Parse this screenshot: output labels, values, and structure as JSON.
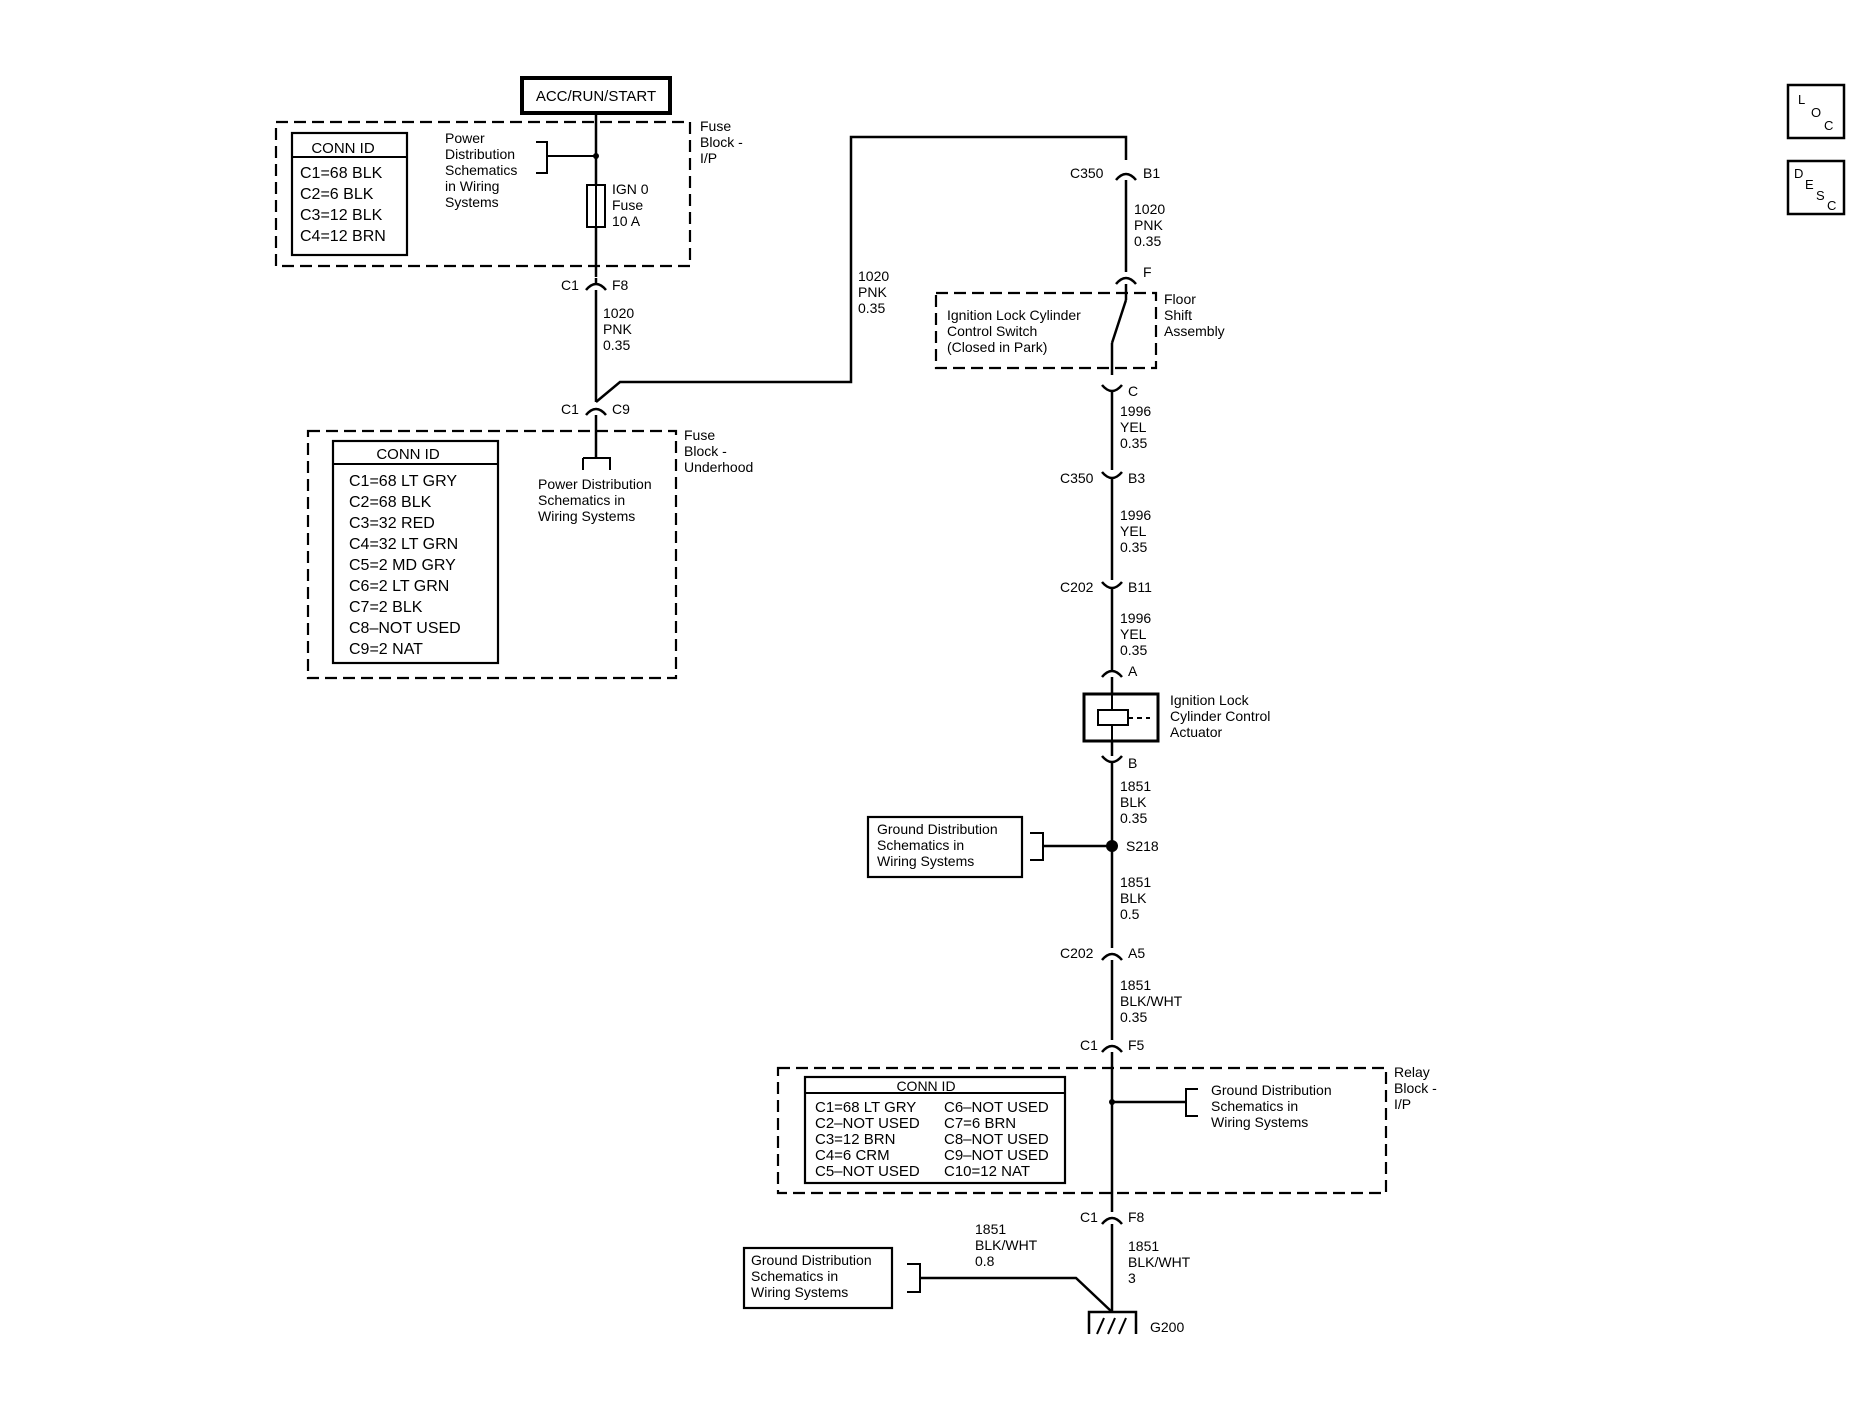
{
  "title_box": "ACC/RUN/START",
  "nav_icons": {
    "loc": [
      "L",
      "O",
      "C"
    ],
    "desc": [
      "D",
      "E",
      "S",
      "C"
    ]
  },
  "fuse_block_ip": {
    "label": [
      "Fuse",
      "Block -",
      "I/P"
    ],
    "conn_header": "CONN ID",
    "conn_rows": [
      "C1=68 BLK",
      "C2=6 BLK",
      "C3=12 BLK",
      "C4=12 BRN"
    ],
    "power_note": [
      "Power",
      "Distribution",
      "Schematics",
      "in Wiring",
      "Systems"
    ],
    "fuse_label": [
      "IGN 0",
      "Fuse",
      "10 A"
    ],
    "connector_left": "C1",
    "connector_right": "F8"
  },
  "fuse_block_underhood": {
    "label": [
      "Fuse",
      "Block -",
      "Underhood"
    ],
    "conn_header": "CONN ID",
    "conn_rows": [
      "C1=68 LT GRY",
      "C2=68 BLK",
      "C3=32 RED",
      "C4=32 LT GRN",
      "C5=2 MD GRY",
      "C6=2 LT GRN",
      "C7=2 BLK",
      "C8–NOT USED",
      "C9=2 NAT"
    ],
    "power_note": [
      "Power Distribution",
      "Schematics in",
      "Wiring  Systems"
    ],
    "connector_left": "C1",
    "connector_right": "C9"
  },
  "wires": {
    "w1": [
      "1020",
      "PNK",
      "0.35"
    ],
    "w2": [
      "1020",
      "PNK",
      "0.35"
    ],
    "w3": [
      "1020",
      "PNK",
      "0.35"
    ],
    "w4": [
      "1996",
      "YEL",
      "0.35"
    ],
    "w5": [
      "1996",
      "YEL",
      "0.35"
    ],
    "w6": [
      "1996",
      "YEL",
      "0.35"
    ],
    "w7": [
      "1851",
      "BLK",
      "0.35"
    ],
    "w8": [
      "1851",
      "BLK",
      "0.5"
    ],
    "w9": [
      "1851",
      "BLK/WHT",
      "0.35"
    ],
    "w10": [
      "1851",
      "BLK/WHT",
      "3"
    ],
    "w11": [
      "1851",
      "BLK/WHT",
      "0.8"
    ]
  },
  "connectors": {
    "c350_b1": [
      "C350",
      "B1"
    ],
    "f": "F",
    "c": "C",
    "c350_b3": [
      "C350",
      "B3"
    ],
    "c202_b11": [
      "C202",
      "B11"
    ],
    "a": "A",
    "b": "B",
    "c202_a5": [
      "C202",
      "A5"
    ],
    "c1_f5": [
      "C1",
      "F5"
    ],
    "c1_f8": [
      "C1",
      "F8"
    ]
  },
  "floor_shift": {
    "label": [
      "Floor",
      "Shift",
      "Assembly"
    ],
    "switch_label": [
      "Ignition Lock Cylinder",
      "Control Switch",
      "(Closed in Park)"
    ]
  },
  "actuator_label": [
    "Ignition Lock",
    "Cylinder Control",
    "Actuator"
  ],
  "splice": "S218",
  "ground_note_1": [
    "Ground Distribution",
    "Schematics in",
    "Wiring Systems"
  ],
  "ground_note_2": [
    "Ground Distribution",
    "Schematics in",
    "Wiring Systems"
  ],
  "ground_note_3": [
    "Ground Distribution",
    "Schematics in",
    "Wiring Systems"
  ],
  "relay_block": {
    "label": [
      "Relay",
      "Block -",
      "I/P"
    ],
    "conn_header": "CONN ID",
    "conn_left": [
      "C1=68 LT GRY",
      "C2–NOT USED",
      "C3=12 BRN",
      "C4=6 CRM",
      "C5–NOT USED"
    ],
    "conn_right": [
      "C6–NOT USED",
      "C7=6 BRN",
      "C8–NOT USED",
      "C9–NOT USED",
      "C10=12 NAT"
    ]
  },
  "ground": "G200"
}
